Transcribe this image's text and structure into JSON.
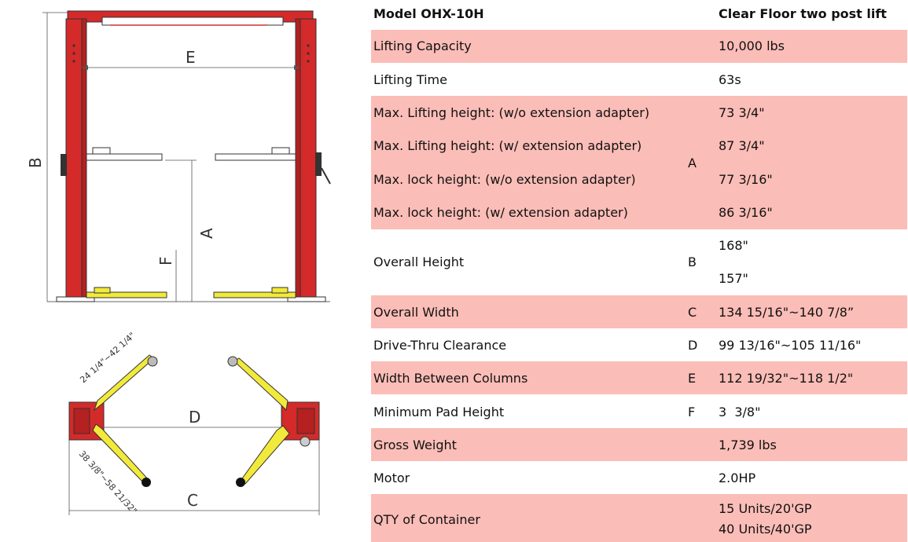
{
  "diagram": {
    "front_labels": {
      "E": "E",
      "B": "B",
      "A": "A",
      "F": "F"
    },
    "top_labels": {
      "D": "D",
      "C": "C",
      "arm_long": "24 1/4\"~42 1/4\"",
      "arm_short": "38 3/8\"~58 21/32\""
    }
  },
  "spec": {
    "header": {
      "model": "Model OHX-10H",
      "type": "Clear Floor two post lift"
    },
    "rows": [
      {
        "label": "Lifting Capacity",
        "code": "",
        "value": "10,000 lbs"
      },
      {
        "label": "Lifting Time",
        "code": "",
        "value": "63s"
      },
      {
        "labels": [
          "Max. Lifting height: (w/o extension adapter)",
          "Max. Lifting height:  (w/ extension adapter)",
          "Max. lock height:  (w/o extension adapter)",
          "Max. lock height:  (w/ extension adapter)"
        ],
        "code": "A",
        "values": [
          "73 3/4\"",
          "87 3/4\"",
          "77 3/16\"",
          "86 3/16\""
        ]
      },
      {
        "label": "Overall Height",
        "code": "B",
        "values": [
          "168\"",
          "157\""
        ]
      },
      {
        "label": "Overall Width",
        "code": "C",
        "value": "134 15/16\"~140 7/8”"
      },
      {
        "label": "Drive-Thru Clearance",
        "code": "D",
        "value": "99 13/16\"~105 11/16\""
      },
      {
        "label": "Width Between Columns",
        "code": "E",
        "value": "112 19/32\"~118 1/2\""
      },
      {
        "label": "Minimum Pad Height",
        "code": "F",
        "value": "3  3/8\""
      },
      {
        "label": "Gross Weight",
        "code": "",
        "value": "1,739 lbs"
      },
      {
        "label": "Motor",
        "code": "",
        "value": "2.0HP"
      },
      {
        "label": "QTY of Container",
        "code": "",
        "values": [
          "15 Units/20'GP",
          "40 Units/40'GP"
        ]
      }
    ],
    "colors": {
      "row_highlight": "#fbbdb7",
      "column_red": "#d42a2a",
      "arm_yellow": "#f2ea3a"
    }
  }
}
